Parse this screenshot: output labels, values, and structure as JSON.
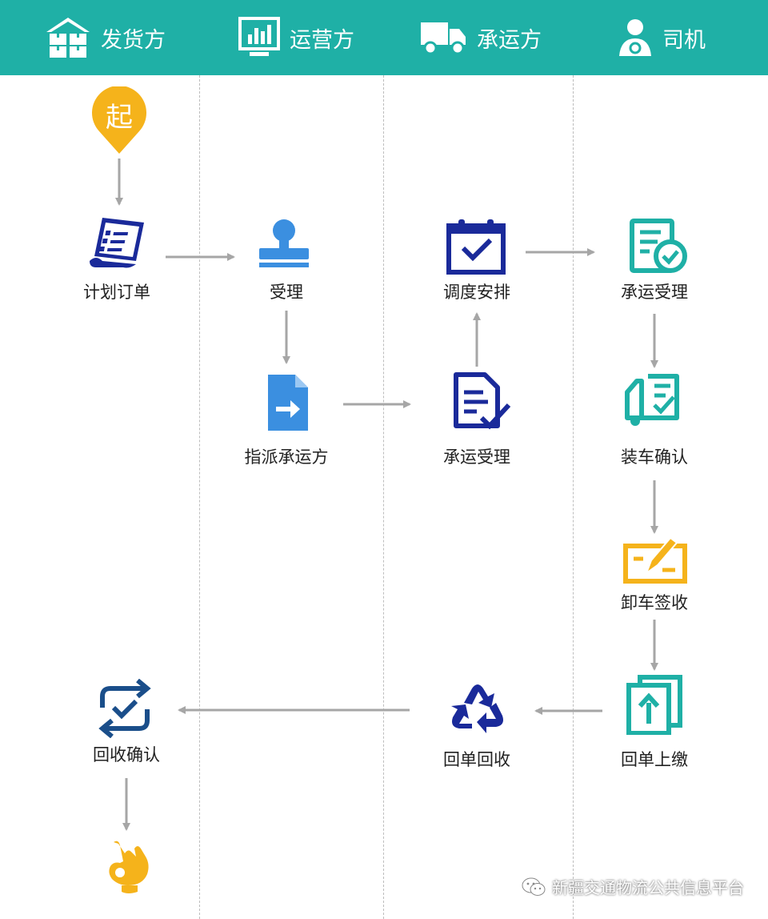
{
  "lanes": [
    {
      "name": "发货方",
      "icon": "warehouse-icon"
    },
    {
      "name": "运营方",
      "icon": "bar-chart-icon"
    },
    {
      "name": "承运方",
      "icon": "truck-icon"
    },
    {
      "name": "司机",
      "icon": "driver-icon"
    }
  ],
  "start": {
    "label": "起",
    "icon": "start-pin-icon"
  },
  "end": {
    "icon": "ok-hand-icon"
  },
  "nodes": [
    {
      "id": "plan_order",
      "label": "计划订单",
      "icon": "order-list-icon"
    },
    {
      "id": "accept",
      "label": "受理",
      "icon": "stamp-icon"
    },
    {
      "id": "assign_carrier",
      "label": "指派承运方",
      "icon": "file-arrow-icon"
    },
    {
      "id": "carrier_accept_mid",
      "label": "承运受理",
      "icon": "document-check-icon"
    },
    {
      "id": "dispatch",
      "label": "调度安排",
      "icon": "calendar-check-icon"
    },
    {
      "id": "carrier_accept_driver",
      "label": "承运受理",
      "icon": "form-check-icon"
    },
    {
      "id": "load_confirm",
      "label": "装车确认",
      "icon": "truck-check-icon"
    },
    {
      "id": "unload_sign",
      "label": "卸车签收",
      "icon": "sign-pen-icon"
    },
    {
      "id": "receipt_upload",
      "label": "回单上缴",
      "icon": "upload-docs-icon"
    },
    {
      "id": "receipt_recycle",
      "label": "回单回收",
      "icon": "recycle-icon"
    },
    {
      "id": "recycle_confirm",
      "label": "回收确认",
      "icon": "refresh-check-icon"
    }
  ],
  "edges": [
    [
      "start",
      "plan_order"
    ],
    [
      "plan_order",
      "accept"
    ],
    [
      "accept",
      "assign_carrier"
    ],
    [
      "assign_carrier",
      "carrier_accept_mid"
    ],
    [
      "carrier_accept_mid",
      "dispatch"
    ],
    [
      "dispatch",
      "carrier_accept_driver"
    ],
    [
      "carrier_accept_driver",
      "load_confirm"
    ],
    [
      "load_confirm",
      "unload_sign"
    ],
    [
      "unload_sign",
      "receipt_upload"
    ],
    [
      "receipt_upload",
      "receipt_recycle"
    ],
    [
      "receipt_recycle",
      "recycle_confirm"
    ],
    [
      "recycle_confirm",
      "end"
    ]
  ],
  "watermark": {
    "text": "新疆交通物流公共信息平台",
    "icon": "wechat-icon"
  },
  "colors": {
    "header": "#1fb0a6",
    "arrow": "#a6a6a6",
    "navy": "#1a2a9a",
    "blue": "#3b8fe0",
    "teal": "#1fb0a6",
    "orange": "#f5b31b"
  }
}
